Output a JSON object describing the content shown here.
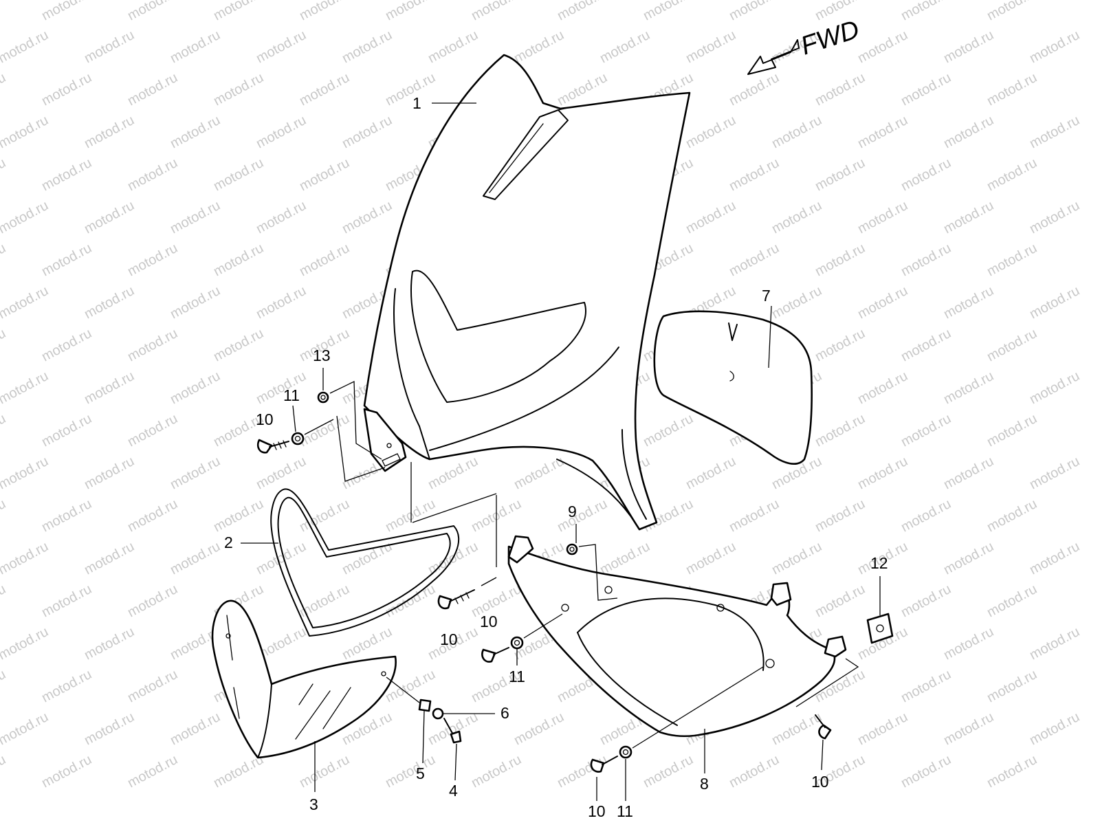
{
  "watermark": "motod.ru",
  "direction_label": "FWD",
  "callouts": {
    "c1": "1",
    "c2": "2",
    "c3": "3",
    "c4": "4",
    "c5": "5",
    "c6": "6",
    "c7": "7",
    "c8": "8",
    "c9": "9",
    "c10a": "10",
    "c10b": "10",
    "c10c": "10",
    "c10d": "10",
    "c10e": "10",
    "c11a": "11",
    "c11b": "11",
    "c11c": "11",
    "c12": "12",
    "c13": "13"
  },
  "colors": {
    "ink": "#000000",
    "watermark": "#c8c8c8",
    "background": "#ffffff"
  }
}
